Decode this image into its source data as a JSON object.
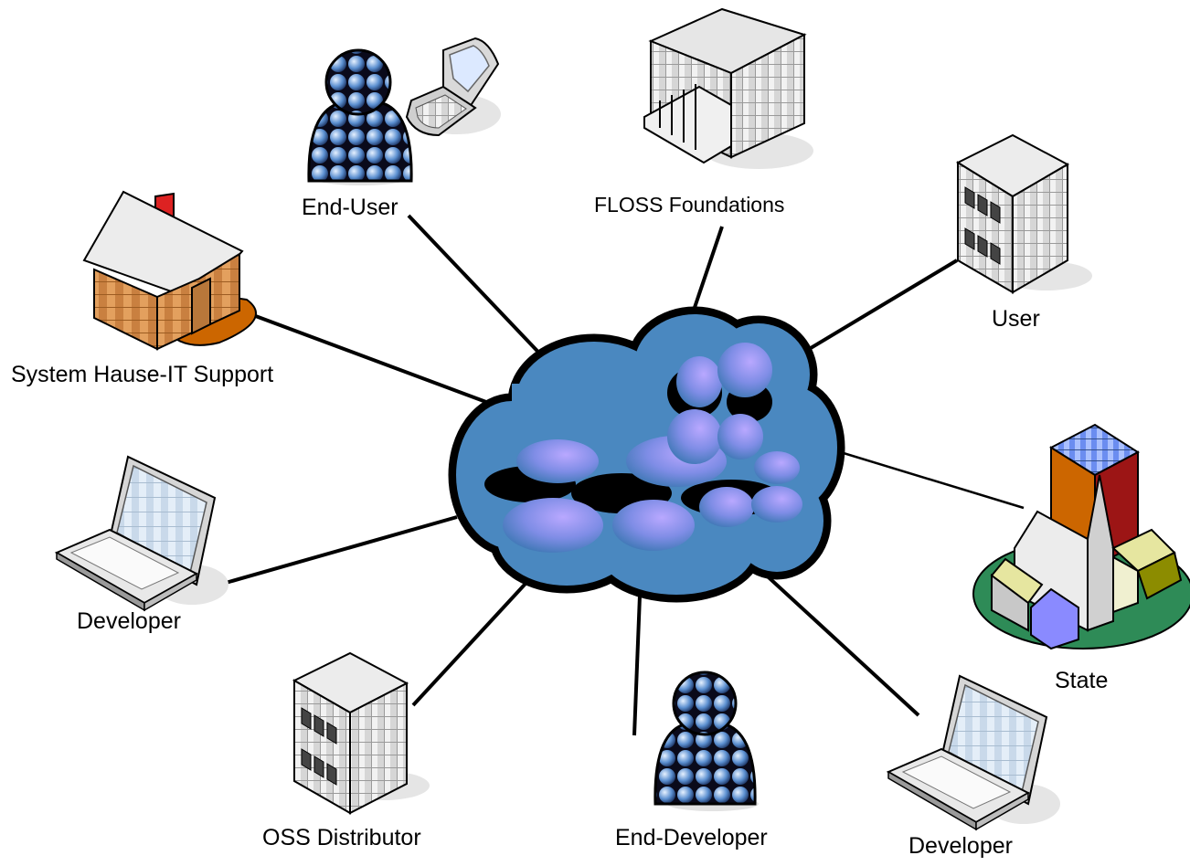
{
  "nodes": {
    "end_user": "End-User",
    "floss_foundations": "FLOSS Foundations",
    "user": "User",
    "system_hause": "System Hause-IT Support",
    "developer_left": "Developer",
    "state": "State",
    "oss_distributor": "OSS Distributor",
    "end_developer": "End-Developer",
    "developer_bottom_right": "Developer"
  },
  "icons": {
    "center": "cloud-icon",
    "end_user": "person-icon",
    "phone": "mobile-phone-icon",
    "floss_foundations": "building-icon",
    "user": "office-building-icon",
    "system_hause": "house-icon",
    "developer_left": "laptop-icon",
    "state": "city-icon",
    "oss_distributor": "office-building-icon",
    "end_developer": "person-icon",
    "developer_bottom_right": "laptop-icon"
  },
  "colors": {
    "cloud": "#4a88c0",
    "cloud_highlight": "#9b8cff",
    "house_wall": "#d9904e",
    "house_shadow": "#cc6600",
    "chimney": "#dd2222",
    "state_ground": "#2e8b57",
    "person": "#4a7fbf"
  }
}
